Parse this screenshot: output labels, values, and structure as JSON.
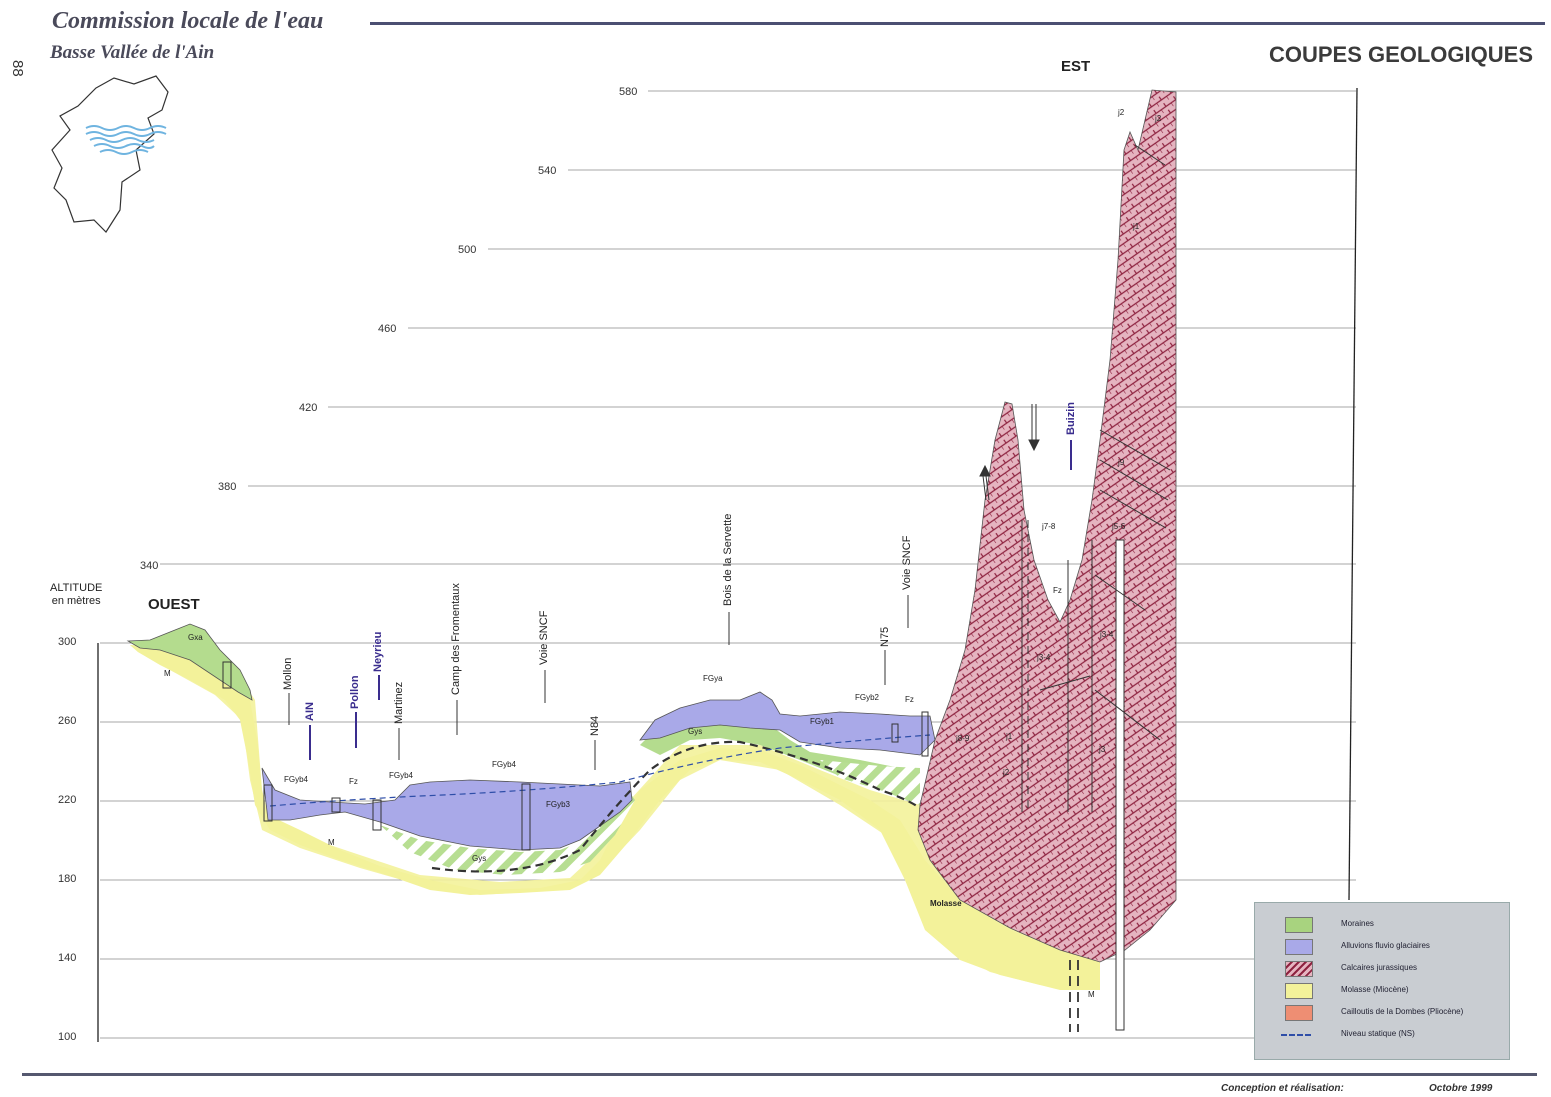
{
  "header": {
    "title": "Commission locale de l'eau",
    "subtitle": "Basse Vallée de l'Ain",
    "page_number": "88",
    "section_title": "COUPES GEOLOGIQUES"
  },
  "directions": {
    "east": "EST",
    "west": "OUEST"
  },
  "axis": {
    "label_line1": "ALTITUDE",
    "label_line2": "en mètres",
    "ticks": [
      "100",
      "140",
      "180",
      "220",
      "260",
      "300",
      "340",
      "380",
      "420",
      "460",
      "500",
      "540",
      "580"
    ]
  },
  "places": {
    "mollon": "Mollon",
    "ain": "AIN",
    "pollon": "Pollon",
    "neyrieu": "Neyrieu",
    "martinez": "Martinez",
    "camp": "Camp des Fromentaux",
    "voie_sncf_1": "Voie SNCF",
    "n84": "N84",
    "bois": "Bois de la Servette",
    "n75": "N75",
    "voie_sncf_2": "Voie SNCF",
    "buizin": "Buizin"
  },
  "strata_labels": {
    "gxa": "Gxa",
    "m1": "M",
    "m2": "M",
    "m3": "M",
    "fgyb4a": "FGyb4",
    "fz1": "Fz",
    "fgyb4b": "FGyb4",
    "fgyb4c": "FGyb4",
    "fgyb3": "FGyb3",
    "gys1": "Gys",
    "fgya": "FGya",
    "gys2": "Gys",
    "fgyb1": "FGyb1",
    "fgyb2": "FGyb2",
    "fz2": "Fz",
    "fz3": "Fz",
    "molasse": "Molasse",
    "j2a": "j2",
    "j2b": "j2",
    "j1": "j1",
    "j78": "j7-8",
    "j56": "j5-6",
    "j9": "j9",
    "j34": "j3-4",
    "j34b": "j3-4",
    "j8a": "j8-9",
    "j1b": "j1",
    "j2c": "j2",
    "j3": "j3"
  },
  "legend": {
    "items": [
      {
        "label": "Moraines",
        "color": "#a8d37f"
      },
      {
        "label": "Alluvions fluvio glaciaires",
        "color": "#a9a9e8"
      },
      {
        "label": "Calcaires jurassiques",
        "color": "#c97890"
      },
      {
        "label": "Molasse (Miocène)",
        "color": "#f3f29a"
      },
      {
        "label": "Cailloutis de la Dombes (Pliocène)",
        "color": "#ee8e73"
      },
      {
        "label": "Niveau statique (NS)",
        "color": "#2e4ea8"
      }
    ]
  },
  "footer": {
    "credit": "Conception et réalisation:",
    "date": "Octobre 1999"
  }
}
